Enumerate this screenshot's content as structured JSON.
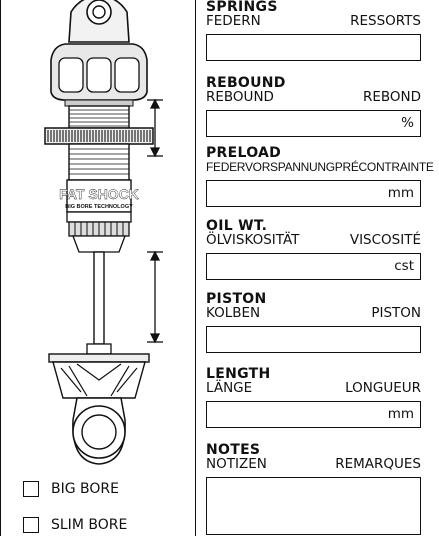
{
  "sections": [
    {
      "title": "SPRINGS",
      "de": "FEDERN",
      "fr": "RESSORTS",
      "unit": ""
    },
    {
      "title": "REBOUND",
      "de": "REBOUND",
      "fr": "REBOND",
      "unit": "%"
    },
    {
      "title": "PRELOAD",
      "de": "FEDERVORSPANNUNG",
      "fr": "PRÉCONTRAINTE",
      "unit": "mm"
    },
    {
      "title": "OIL WT.",
      "de": "ÖLVISKOSITÄT",
      "fr": "VISCOSITÉ",
      "unit": "cst"
    },
    {
      "title": "PISTON",
      "de": "KOLBEN",
      "fr": "PISTON",
      "unit": ""
    },
    {
      "title": "LENGTH",
      "de": "LÄNGE",
      "fr": "LONGUEUR",
      "unit": "mm"
    },
    {
      "title": "NOTES",
      "de": "NOTIZEN",
      "fr": "REMARQUES",
      "unit": ""
    }
  ],
  "checkboxes": [
    "BIG BORE",
    "SLIM BORE"
  ],
  "shock": {
    "brand": "FAT SHOCK",
    "tagline": "BIG BORE TECHNOLOGY"
  }
}
